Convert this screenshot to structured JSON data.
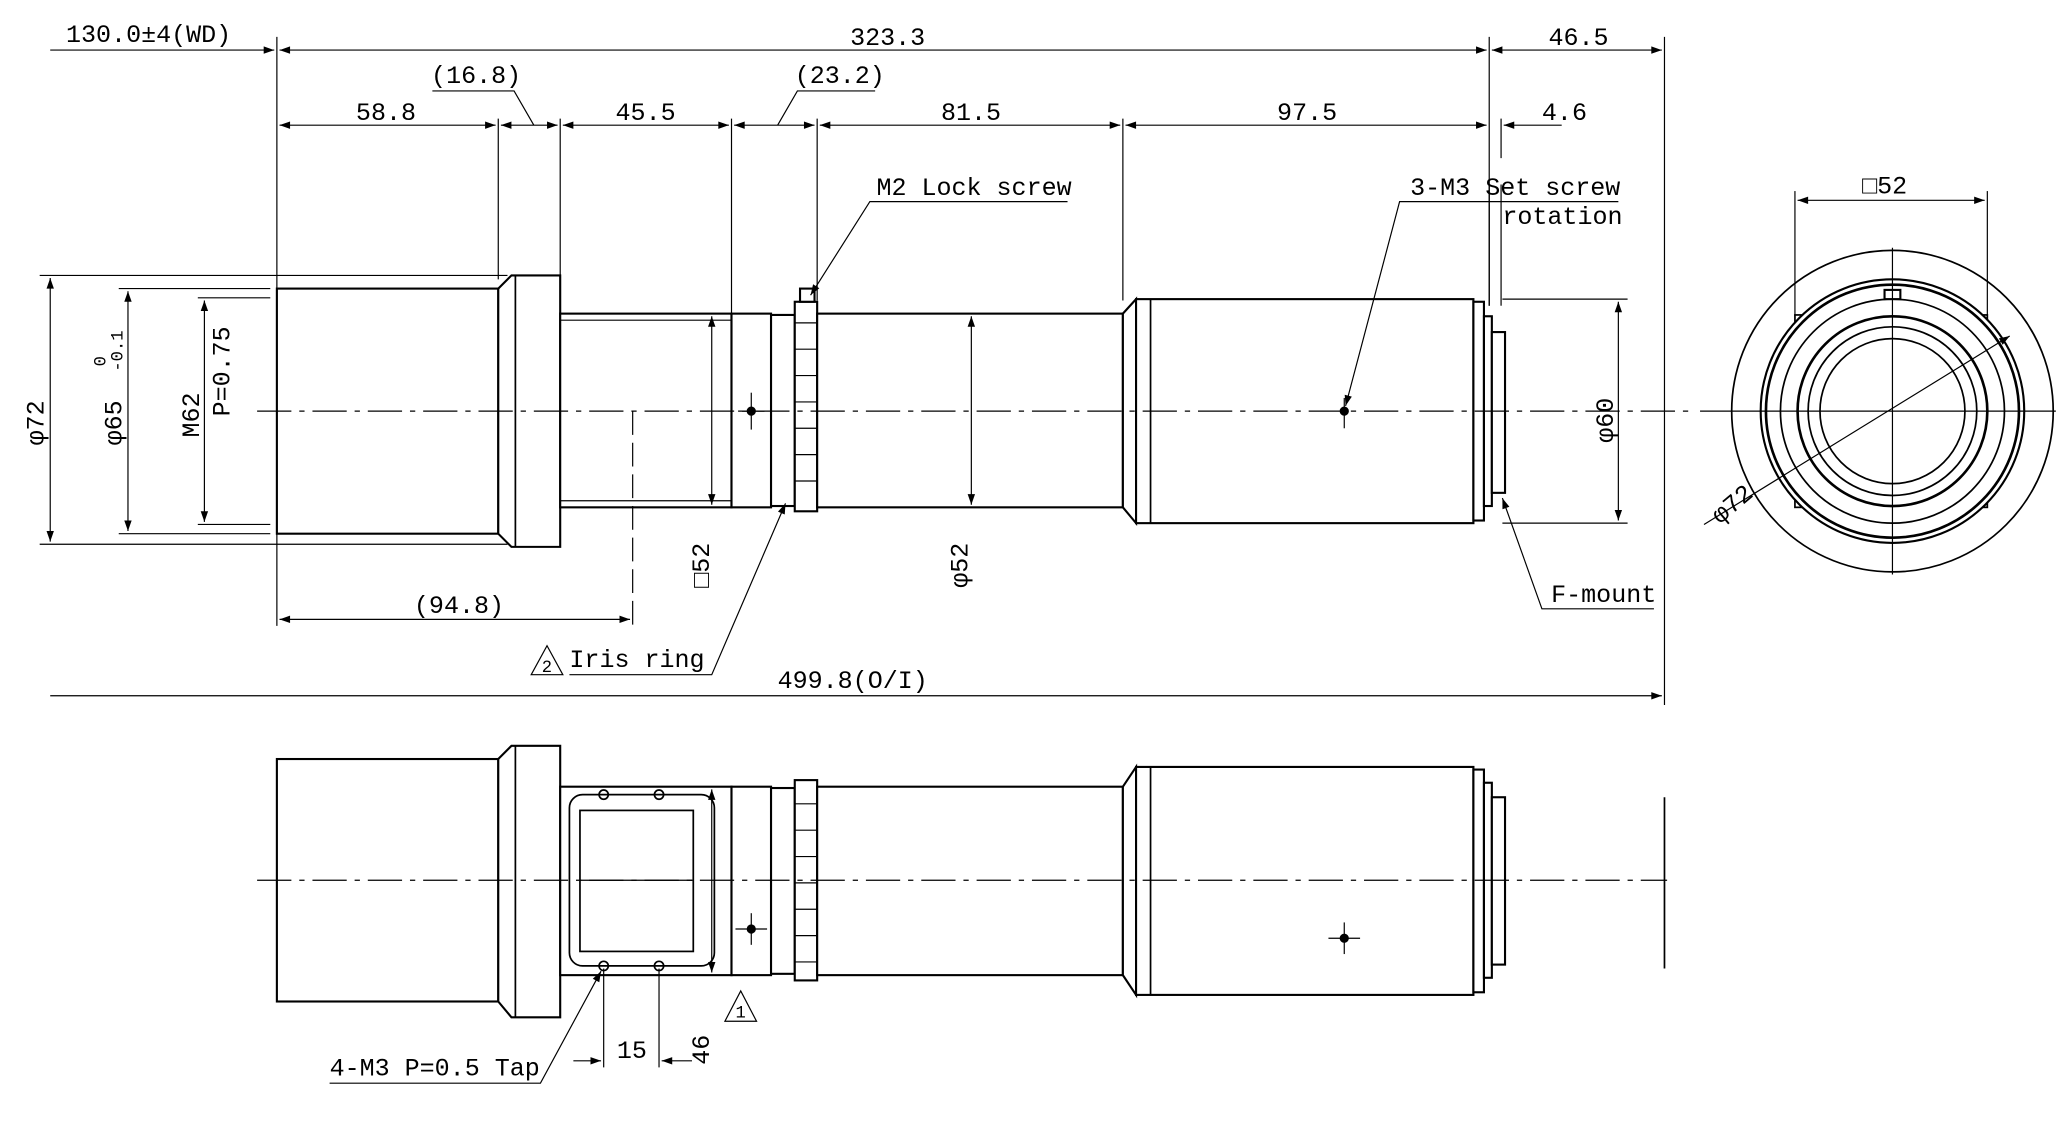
{
  "dimensions": {
    "working_distance": "130.0±4(WD)",
    "length_main": "323.3",
    "back_length": "46.5",
    "hood_length": "58.8",
    "flange_ref": "(16.8)",
    "tube1_length": "45.5",
    "iris_ref": "(23.2)",
    "tube2_length": "81.5",
    "body_length": "97.5",
    "mount_length": "4.6",
    "dia_72": "φ72",
    "dia_65": "φ65",
    "dia_65_tol_upper": "0",
    "dia_65_tol_lower": "-0.1",
    "thread": "M62",
    "pitch": "P=0.75",
    "square_52": "□52",
    "dia_52": "φ52",
    "dia_60": "φ60",
    "ref_94_8": "(94.8)",
    "overall": "499.8(O/I)",
    "end_square_52": "□52",
    "end_dia_72": "φ72",
    "tap_pitch": "15",
    "tap_height": "46"
  },
  "callouts": {
    "lock_screw": "M2 Lock screw",
    "set_screw": "3-M3 Set screw",
    "set_screw_2": "rotation",
    "f_mount": "F-mount",
    "iris_ring": "Iris ring",
    "iris_ring_note": "2",
    "tap": "4-M3 P=0.5 Tap",
    "note_1": "1"
  }
}
